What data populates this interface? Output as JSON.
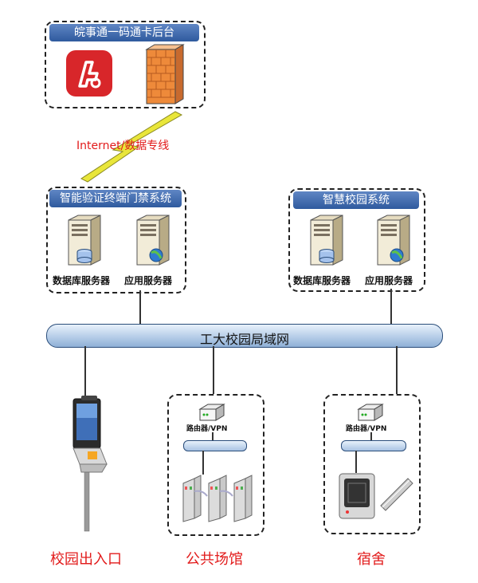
{
  "top_box": {
    "title": "皖事通一码通卡后台"
  },
  "link": {
    "label": "Internet/数据专线"
  },
  "access_system": {
    "title": "智能验证终端门禁系统",
    "db_label": "数据库服务器",
    "app_label": "应用服务器"
  },
  "campus_system": {
    "title": "智慧校园系统",
    "db_label": "数据库服务器",
    "app_label": "应用服务器"
  },
  "network": {
    "label": "工大校园局域网"
  },
  "sites": {
    "gym": {
      "router_label": "路由器/VPN",
      "name": "公共场馆"
    },
    "dorm": {
      "router_label": "路由器/VPN",
      "name": "宿舍"
    },
    "entrance": {
      "name": "校园出入口"
    }
  },
  "colors": {
    "header_blue": "#3b66ab",
    "label_red": "#e21b1b",
    "link_red": "#e21b1b",
    "bolt_yellow": "#e9e63a"
  },
  "icons": [
    "wanshitong-logo-icon",
    "firewall-icon",
    "lightning-icon",
    "database-server-icon",
    "app-server-icon",
    "router-icon",
    "face-terminal-icon",
    "turnstile-gate-icon",
    "card-reader-icon",
    "magnetic-lock-icon"
  ]
}
